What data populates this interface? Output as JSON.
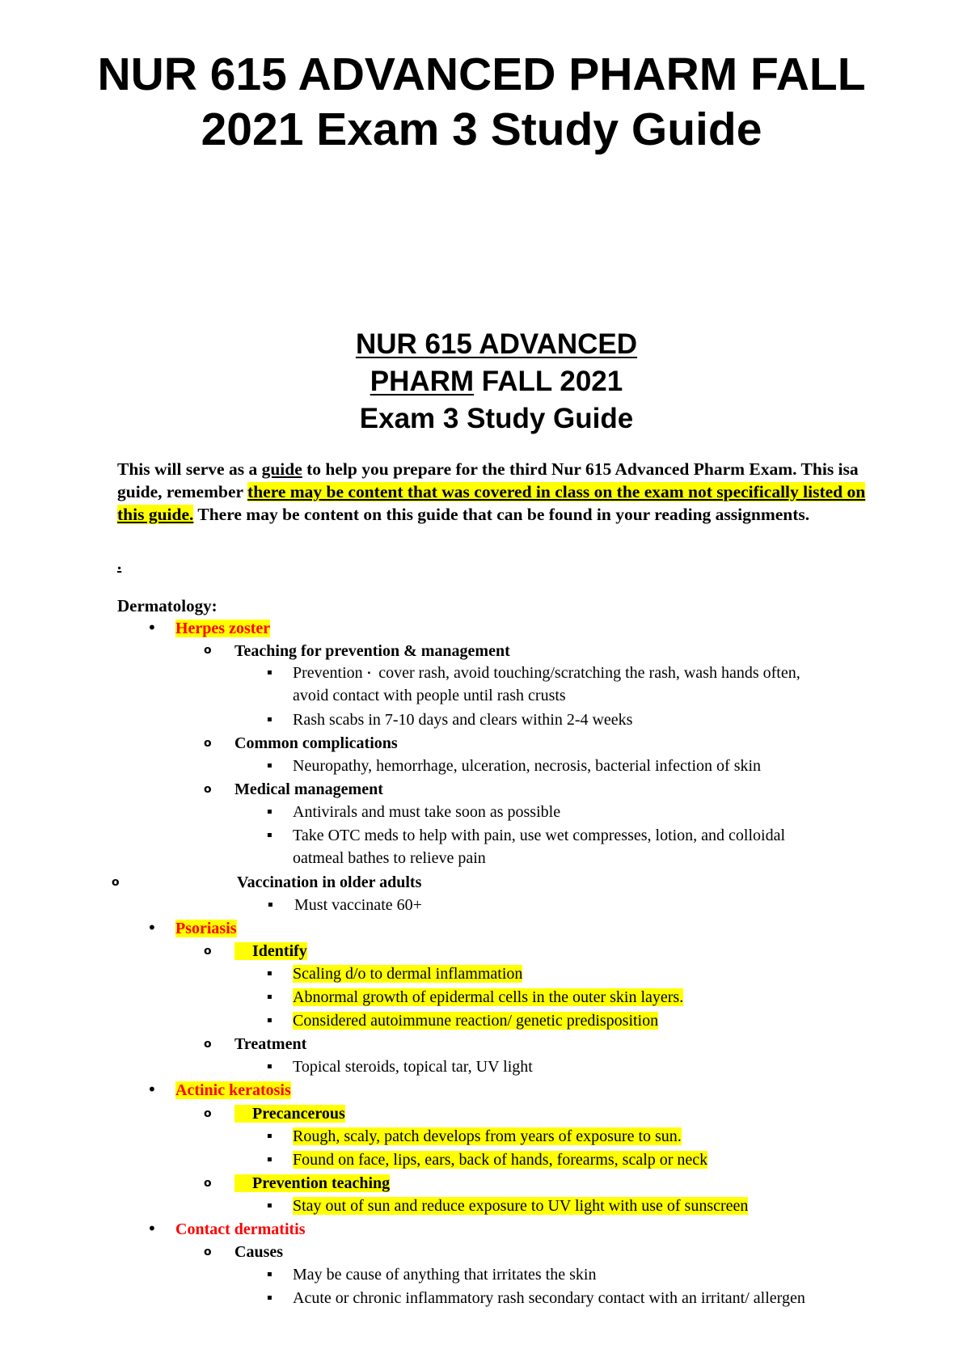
{
  "title": {
    "line1": "NUR 615 ADVANCED  PHARM FALL",
    "line2": "2021 Exam 3 Study Guide"
  },
  "subtitle": {
    "line1": "NUR 615 ADVANCED",
    "line2a": "PHARM",
    "line2b": " FALL 2021",
    "line3": "Exam 3 Study Guide"
  },
  "intro": {
    "p1": "This will serve as a ",
    "guide_word": "guide",
    "p2": " to help you prepare for the third Nur 615 Advanced Pharm Exam.",
    "p3": "This isa guide, remember ",
    "highlight": "there may be content that was covered in class on the exam not specifically listed on this guide.",
    "p4": " There may be content on this guide that can be found in your reading assignments."
  },
  "stray_mark": ".",
  "section_heading": "Dermatology:",
  "markers": {
    "bullet": "•",
    "circle": "o",
    "square": "▪"
  },
  "herpes": {
    "title": "Herpes zoster",
    "teaching": "Teaching for prevention & management",
    "prevention_label": "Prevention",
    "prevention_text": "cover rash, avoid touching/scratching the rash, wash hands often,",
    "prevention_text_2": "avoid contact with people until rash crusts",
    "rash_scabs": "Rash scabs in 7-10 days and clears within 2-4 weeks",
    "complications": "Common complications",
    "complications_text": "Neuropathy, hemorrhage, ulceration, necrosis, bacterial infection of skin",
    "medical": "Medical management",
    "antivirals": "Antivirals and must take soon as possible",
    "otc": "Take OTC meds to help with pain, use wet compresses, lotion, and colloidal",
    "otc_2": "oatmeal bathes to relieve pain",
    "vaccination": "Vaccination in older adults",
    "vaccinate": "Must vaccinate 60+"
  },
  "psoriasis": {
    "title": "Psoriasis",
    "identify": "Identify",
    "item1": "Scaling d/o to dermal inflammation",
    "item2": "Abnormal growth of epidermal cells in the outer skin layers.",
    "item3": "Considered autoimmune reaction/ genetic predisposition",
    "treatment": "Treatment",
    "treatment_text": "Topical steroids, topical tar, UV light"
  },
  "actinic": {
    "title": "Actinic keratosis",
    "precancerous": "Precancerous",
    "item1": "Rough, scaly, patch develops from years of exposure to sun.",
    "item2": "Found on face, lips, ears, back of hands, forearms, scalp or neck",
    "prevention": "Prevention teaching",
    "item3": "Stay out of sun and reduce exposure to UV light with use of sunscreen"
  },
  "contact": {
    "title": "Contact dermatitis",
    "causes": "Causes",
    "item1": "May be cause of anything that irritates the skin",
    "item2": "Acute or chronic inflammatory rash secondary contact with an irritant/ allergen"
  },
  "colors": {
    "highlight": "#ffff00",
    "topic_red": "#ff0000"
  }
}
